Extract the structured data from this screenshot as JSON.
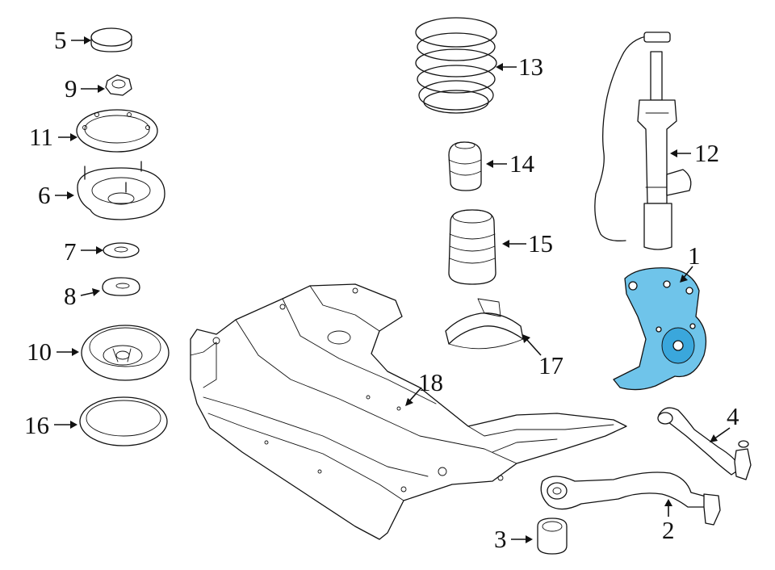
{
  "callouts": {
    "c1": "1",
    "c2": "2",
    "c3": "3",
    "c4": "4",
    "c5": "5",
    "c6": "6",
    "c7": "7",
    "c8": "8",
    "c9": "9",
    "c10": "10",
    "c11": "11",
    "c12": "12",
    "c13": "13",
    "c14": "14",
    "c15": "15",
    "c16": "16",
    "c17": "17",
    "c18": "18"
  },
  "colors": {
    "highlight": "#6fc4ea",
    "line": "#111111",
    "background": "#ffffff"
  }
}
